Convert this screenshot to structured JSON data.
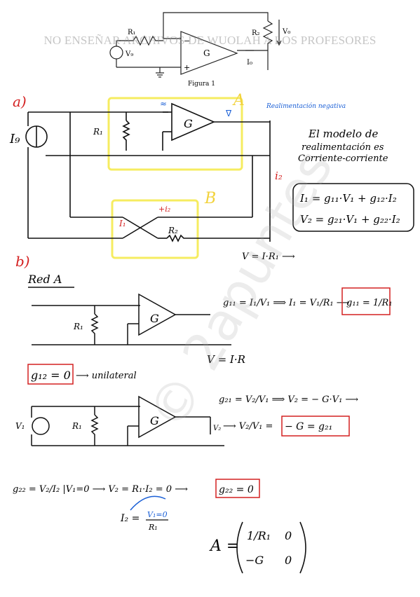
{
  "watermark": {
    "top_text": "NO ENSEÑAR ARCHIVOS DE WUOLAH A LOS PROFESORES",
    "diagonal_text": "© 2apuntes"
  },
  "figure1": {
    "caption": "Figura 1",
    "r1": "R₁",
    "r2": "R₂",
    "vg": "V₉",
    "gain": "G",
    "vo": "V₀",
    "io": "I₀",
    "minus": "−",
    "plus": "+"
  },
  "part_a": {
    "label": "a)",
    "block_a": "A",
    "block_b": "B",
    "ig": "I₉",
    "r1": "R₁",
    "r2": "R₂",
    "gain": "G",
    "vo_mark": "ᐁ",
    "approx_mark": "≈",
    "i1": "I₁",
    "i2": "i₂",
    "i2_mark": "+i₂",
    "feedback_note": "Realimentación negativa",
    "model_line1": "El modelo de",
    "model_line2": "realimentación es",
    "model_line3": "Corriente-corriente",
    "eq1": "I₁ = g₁₁·V₁ + g₁₂·I₂",
    "eq2": "V₂ = g₂₁·V₁ + g₂₂·I₂"
  },
  "part_b": {
    "label": "b)",
    "v_eq": "V = I·R₁ ⟶",
    "red_a": "Red A",
    "r1": "R₁",
    "gain": "G",
    "g11_def": "g₁₁ = I₁/V₁ ⟹ I₁ = V₁/R₁ ⟶",
    "g11_result": "g₁₁ = 1/R₁",
    "g12_result": "g₁₂ = 0",
    "g12_note": "⟶ unilateral",
    "v_ir": "V = I·R",
    "g21_def": "g₂₁ = V₂/V₁ ⟹ V₂ = − G·V₁ ⟶",
    "v1": "V₁",
    "v2": "V₂",
    "g21_arrow": "⟶ V₂/V₁ =",
    "g21_result": "− G = g₂₁",
    "g22_def": "g₂₂ = V₂/I₂ |V₁=0 ⟶ V₂ = R₁·I₂ = 0 ⟶",
    "g22_result": "g₂₂ = 0",
    "i2_eq": "I₂ = ",
    "i2_frac_num": "V₁=0",
    "i2_frac_den": "R₁",
    "matrix_label": "A =",
    "m11": "1/R₁",
    "m12": "0",
    "m21": "−G",
    "m22": "0"
  },
  "colors": {
    "ink": "#111111",
    "red": "#d42020",
    "blue": "#1a5fd6",
    "yellow": "#f6ec60",
    "box": "#d42020"
  }
}
